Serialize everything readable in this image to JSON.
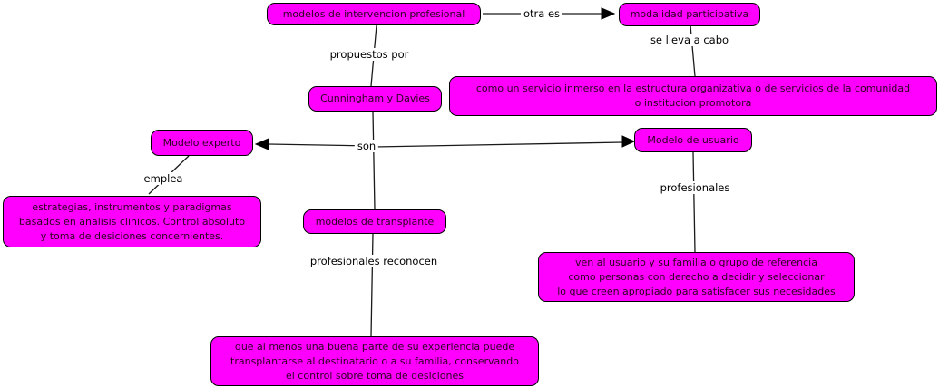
{
  "title": "concept map: modelos de intervencion profesional",
  "colors": {
    "node_fill": "#FF00FF",
    "node_border": "#000000",
    "node_text": "#2B0520",
    "line": "#1A1A1A",
    "arrow": "#000000",
    "label_text": "#000000",
    "background": "#FFFFFF"
  },
  "nodes": {
    "intervencion_profesional": {
      "label": "modelos de intervencion profesional"
    },
    "modalidad_participativa": {
      "label": "modalidad participativa"
    },
    "servicio_inmerso": {
      "label": "como un servicio inmerso en la estructura organizativa o de servicios de la comunidad\no institucion promotora"
    },
    "cunningham_davies": {
      "label": "Cunningham y Davies"
    },
    "modelo_experto": {
      "label": "Modelo experto"
    },
    "modelo_usuario": {
      "label": "Modelo de usuario"
    },
    "estrategias_clinicas": {
      "label": "estrategias, instrumentos y paradigmas\nbasados en analisis clinicos. Control absoluto\ny toma de desiciones concernientes."
    },
    "modelos_transplante": {
      "label": "modelos de transplante"
    },
    "ven_al_usuario": {
      "label": "ven al usuario y su familia o grupo de referencia\ncomo personas con derecho a decidir y seleccionar\nlo que creen apropiado para satisfacer sus necesidades"
    },
    "que_al_menos": {
      "label": "que al menos una buena parte de su experiencia puede\ntransplantarse al destinatario o a su familia, conservando\nel control sobre toma de desiciones"
    }
  },
  "links": {
    "otra_es": {
      "label": "otra es"
    },
    "se_lleva_a_cabo": {
      "label": "se lleva a cabo"
    },
    "propuestos_por": {
      "label": "propuestos por"
    },
    "son": {
      "label": "son"
    },
    "emplea": {
      "label": "emplea"
    },
    "profesionales": {
      "label": "profesionales"
    },
    "profesionales_reconocen": {
      "label": "profesionales reconocen"
    }
  }
}
